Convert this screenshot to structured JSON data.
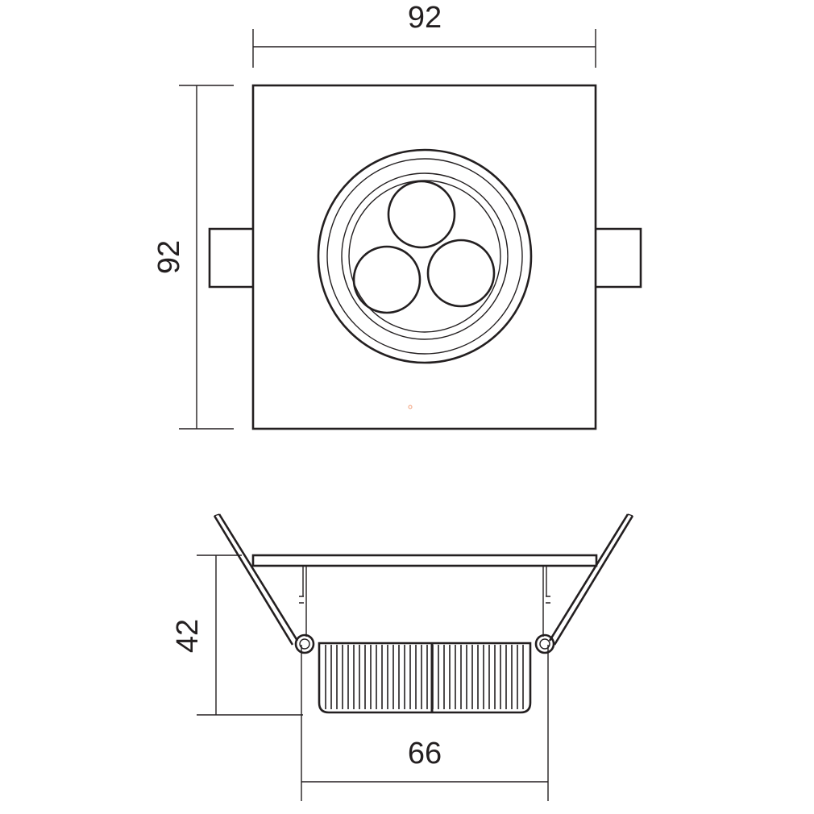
{
  "dimensions": {
    "top_width": "92",
    "top_height": "92",
    "side_height": "42",
    "cutout_width": "66"
  },
  "colors": {
    "line": "#231f20",
    "background": "#ffffff"
  }
}
